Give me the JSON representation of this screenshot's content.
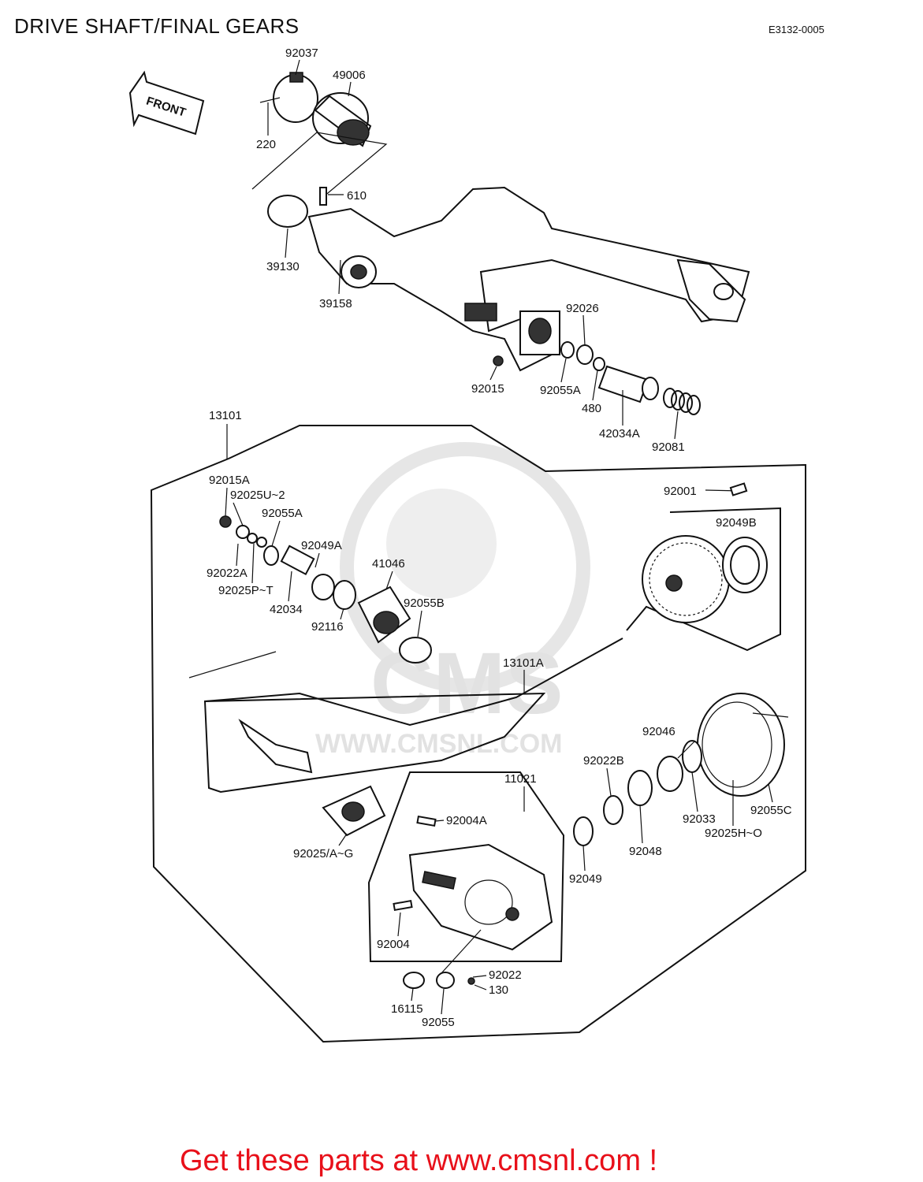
{
  "header": {
    "title": "DRIVE SHAFT/FINAL GEARS",
    "diagram_code": "E3132-0005"
  },
  "direction_marker": "FRONT",
  "watermark": {
    "brand": "CMS",
    "url": "WWW.CMSNL.COM"
  },
  "parts": {
    "p92037": "92037",
    "p49006": "49006",
    "p220": "220",
    "p610": "610",
    "p39130": "39130",
    "p39158": "39158",
    "p92026": "92026",
    "p92015": "92015",
    "p92055A_top": "92055A",
    "p480": "480",
    "p42034A": "42034A",
    "p92081": "92081",
    "p13101": "13101",
    "p92015A": "92015A",
    "p92025U2": "92025U~2",
    "p92055A": "92055A",
    "p92049A": "92049A",
    "p41046": "41046",
    "p92022A": "92022A",
    "p92025PT": "92025P~T",
    "p42034": "42034",
    "p92055B": "92055B",
    "p92116": "92116",
    "p13101A": "13101A",
    "p92001": "92001",
    "p92049B": "92049B",
    "p92046": "92046",
    "p92022B": "92022B",
    "p11021": "11021",
    "p92004A": "92004A",
    "p92033": "92033",
    "p92055C": "92055C",
    "p92025HO": "92025H~O",
    "p92048": "92048",
    "p92049": "92049",
    "p92025AG": "92025/A~G",
    "p92004": "92004",
    "p92022": "92022",
    "p130": "130",
    "p16115": "16115",
    "p92055": "92055"
  },
  "footer": {
    "cta": "Get these parts at www.cmsnl.com !"
  }
}
